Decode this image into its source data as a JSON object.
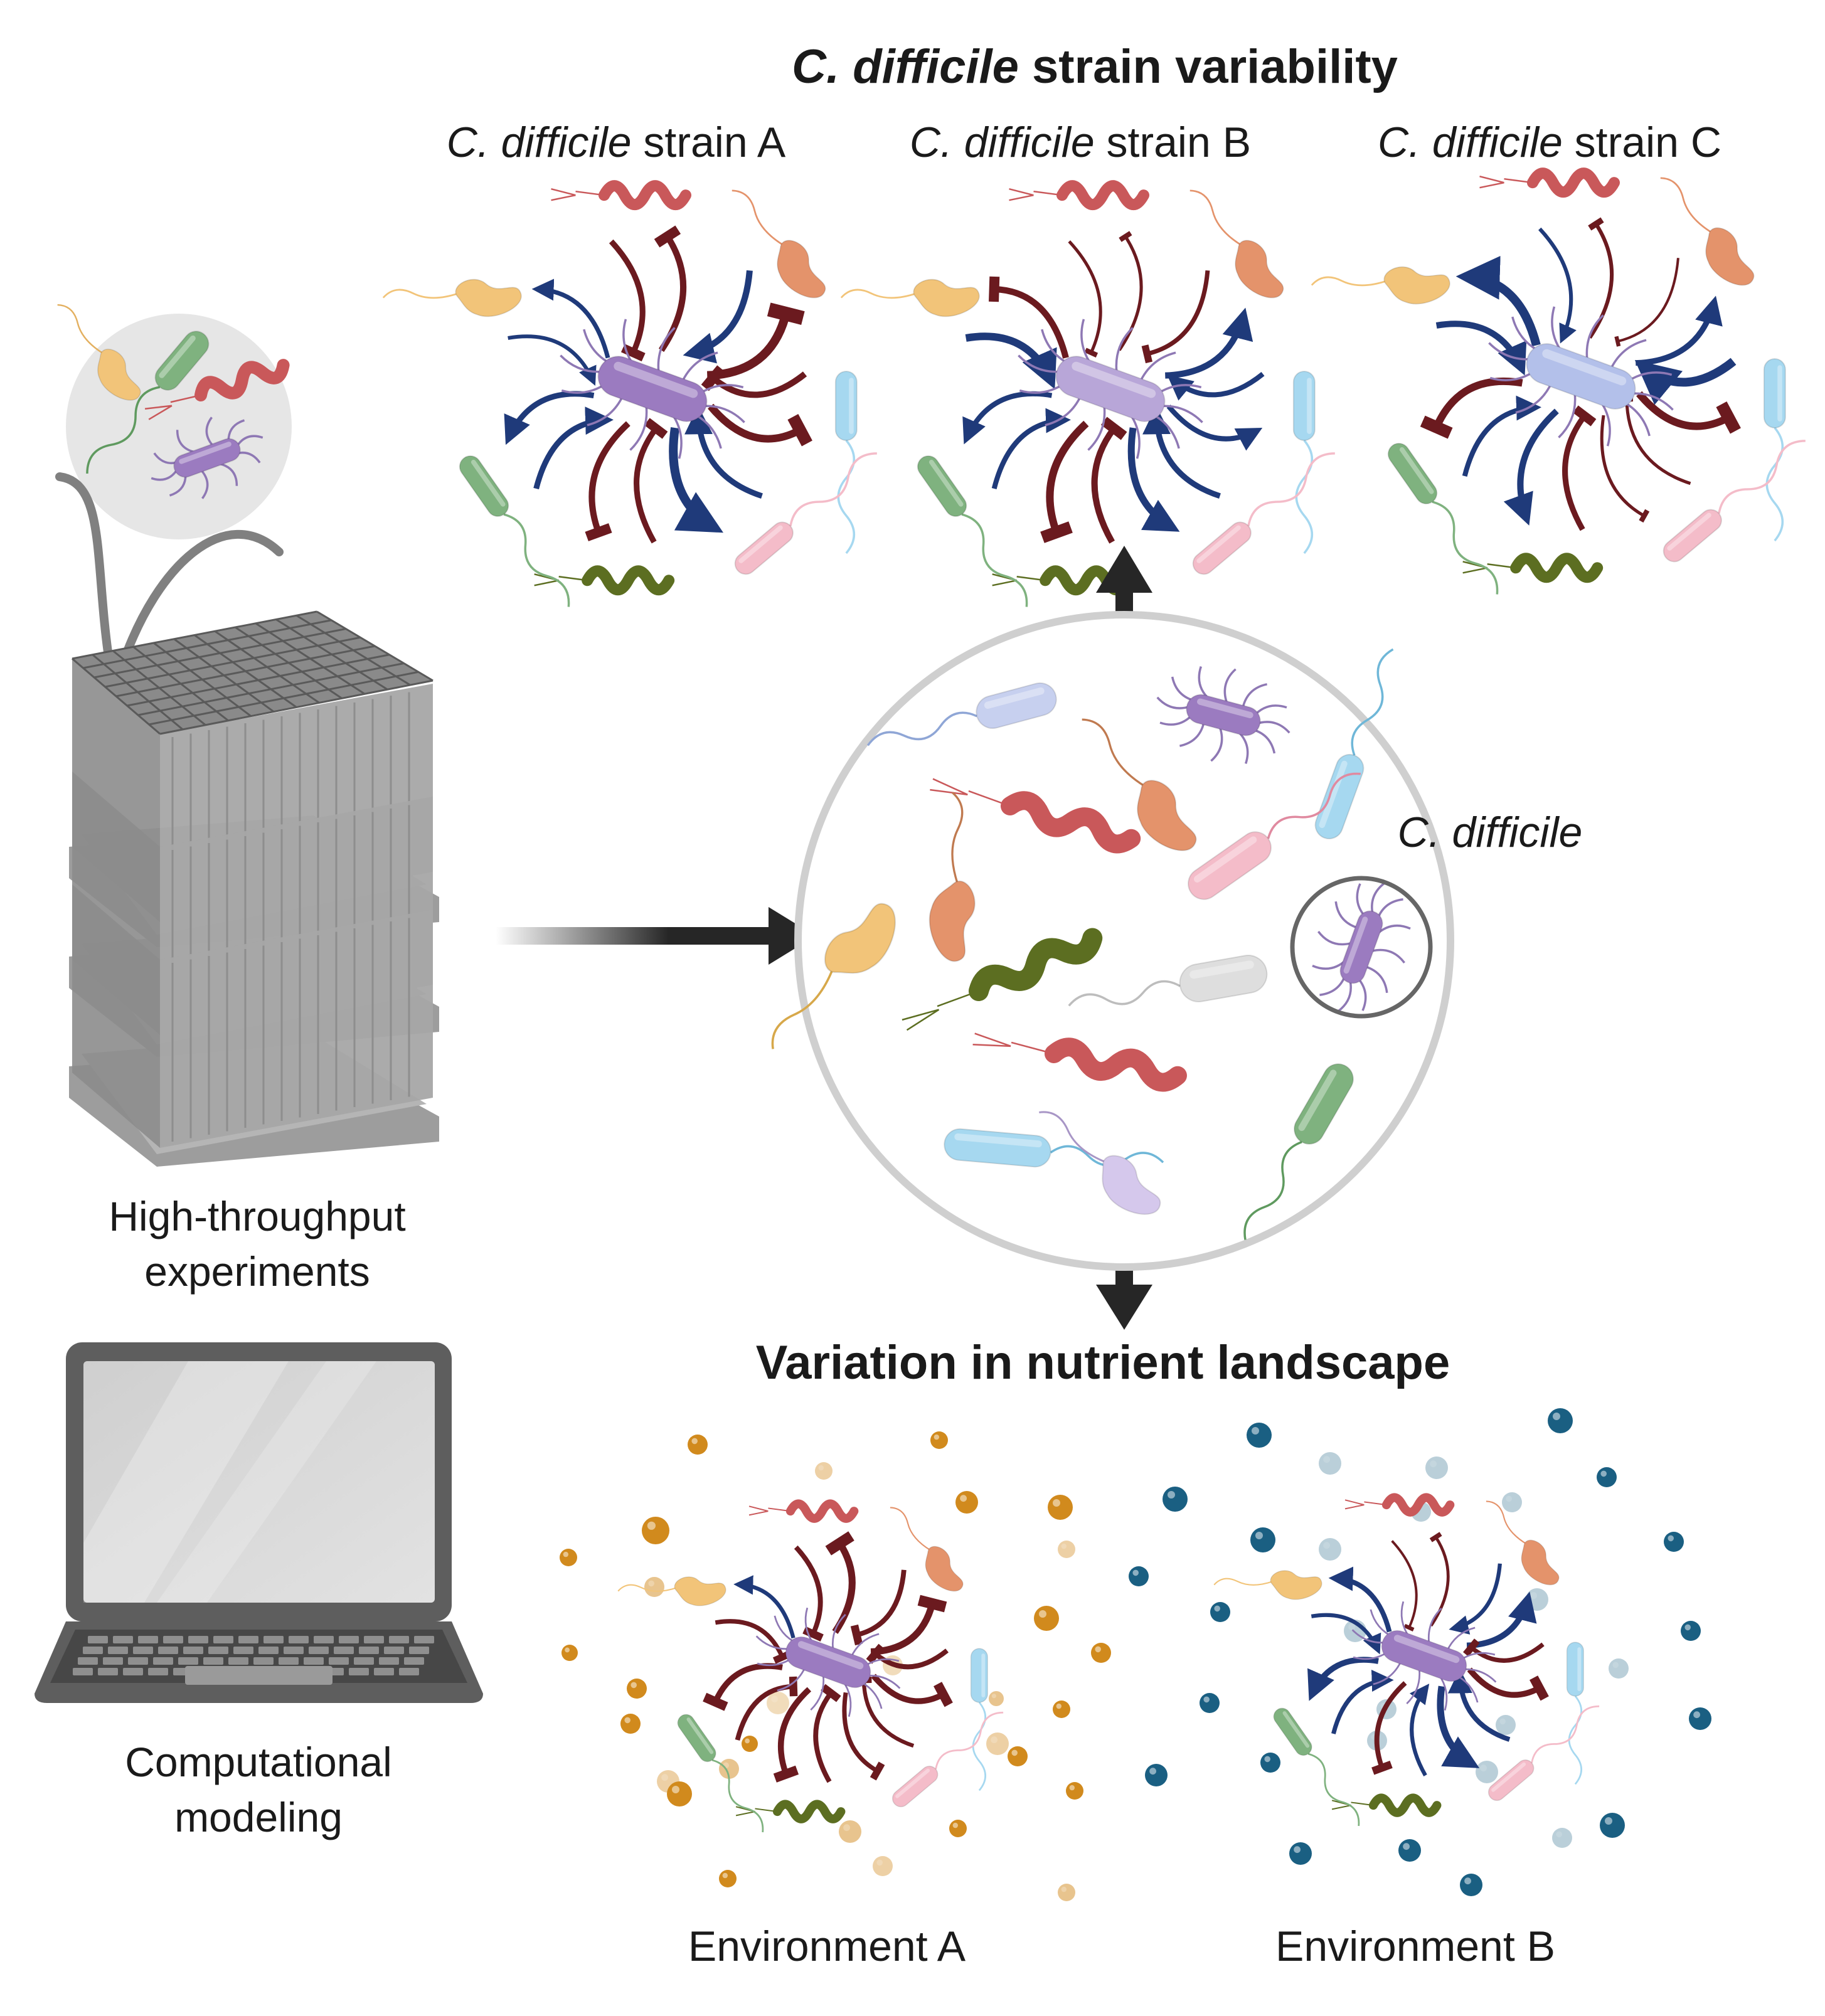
{
  "colors": {
    "promote": "#1f3a7a",
    "inhibit": "#6b1a1f",
    "cdiff_purple": "#9b7bc0",
    "cdiff_lavender": "#b8a6d8",
    "cdiff_blue": "#b3c0ea",
    "nutrient_a": "#d18a1d",
    "nutrient_b": "#1a5f82",
    "arrow_black": "#262626",
    "panel_grey": "#e6e6e6"
  },
  "labels": {
    "strain_title_italic": "C. difficile",
    "strain_title_rest": " strain variability",
    "strain_a_italic": "C. difficile",
    "strain_a_rest": " strain A",
    "strain_b_italic": "C. difficile",
    "strain_b_rest": " strain B",
    "strain_c_italic": "C. difficile",
    "strain_c_rest": " strain C",
    "cdiff": "C. difficile",
    "ht_line1": "High-throughput",
    "ht_line2": "experiments",
    "comp_line1": "Computational",
    "comp_line2": "modeling",
    "nutrient_title": "Variation in nutrient landscape",
    "env_a": "Environment A",
    "env_b": "Environment B"
  },
  "icons": {
    "plate": "deep-well-plate-stack-icon",
    "laptop": "laptop-icon",
    "community": "microbial-community-icon",
    "bacterium": "bacterium-icon",
    "nutrient": "nutrient-particle-icon"
  }
}
